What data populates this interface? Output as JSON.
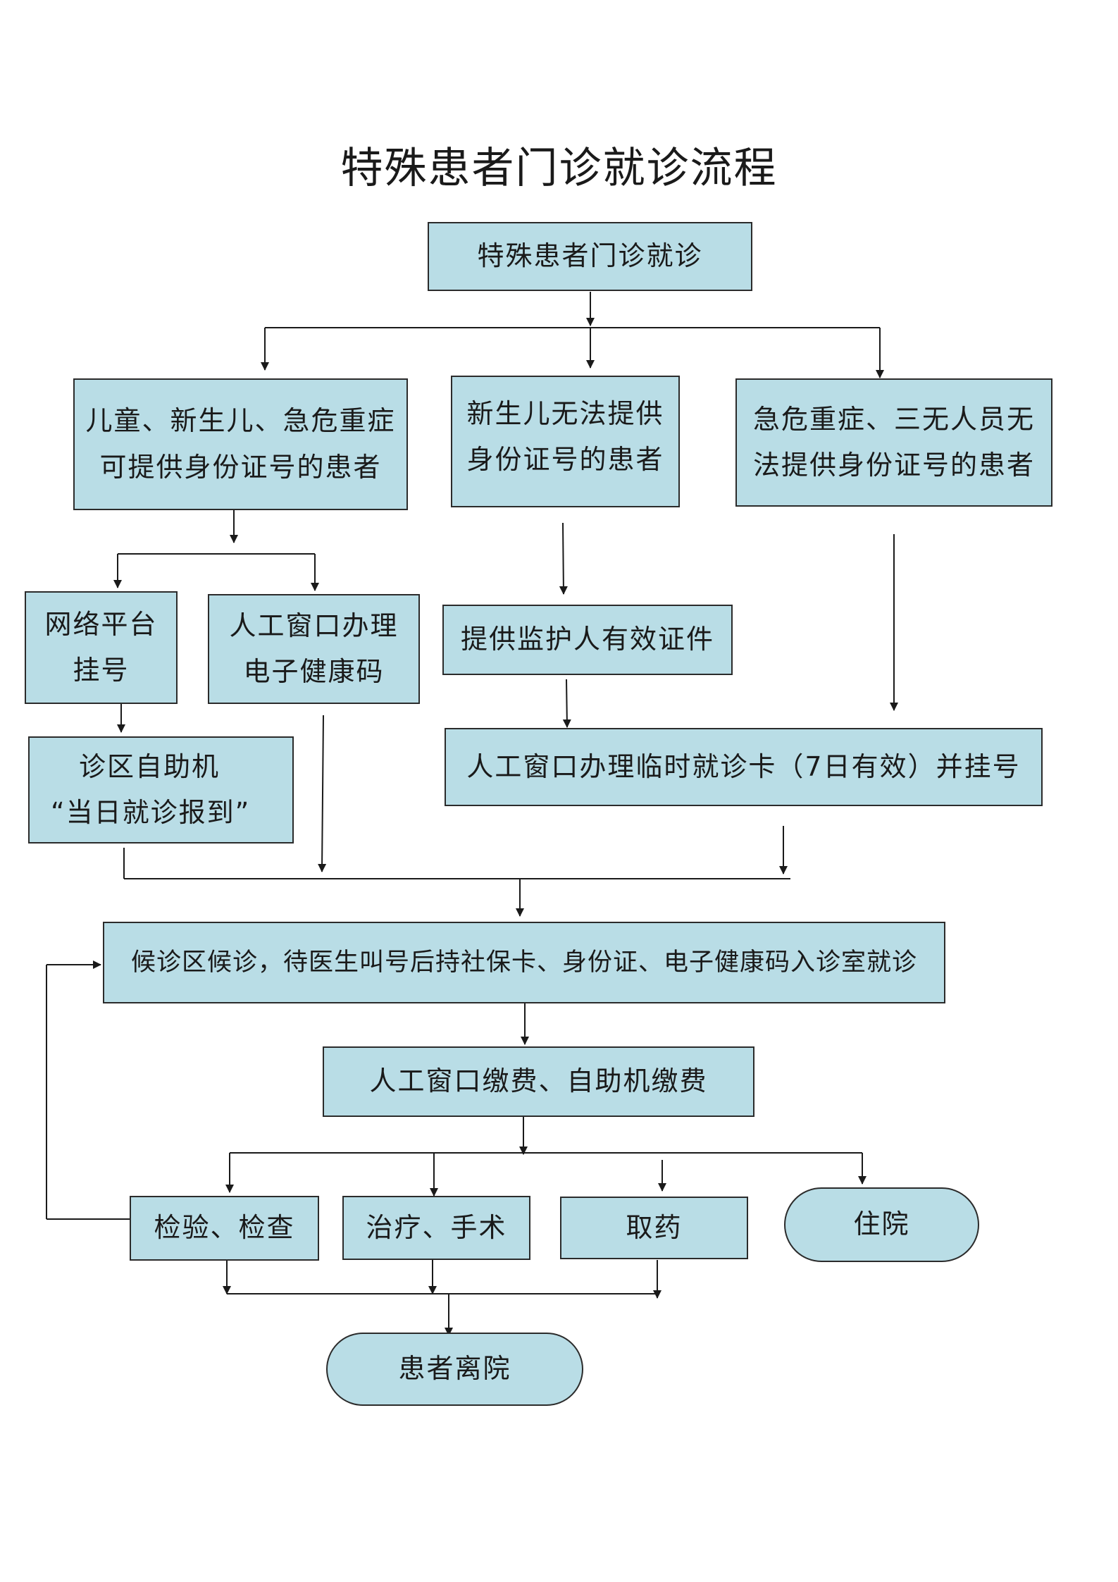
{
  "title": "特殊患者门诊就诊流程",
  "nodes": {
    "start": "特殊患者门诊就诊",
    "children_with_id": {
      "line1": "儿童、新生儿、急危重症",
      "line2": "可提供身份证号的患者"
    },
    "newborn_no_id": {
      "line1": "新生儿无法提供",
      "line2": "身份证号的患者"
    },
    "critical_no_id": {
      "line1": "急危重症、三无人员无",
      "line2": "法提供身份证号的患者"
    },
    "online_registration": {
      "line1": "网络平台",
      "line2": "挂号"
    },
    "manual_health_code": {
      "line1": "人工窗口办理",
      "line2": "电子健康码"
    },
    "self_service_checkin": {
      "line1": "诊区自助机",
      "line2": "“当日就诊报到”"
    },
    "guardian_id": "提供监护人有效证件",
    "temp_card": "人工窗口办理临时就诊卡（7日有效）并挂号",
    "waiting_area": "候诊区候诊，待医生叫号后持社保卡、身份证、电子健康码入诊室就诊",
    "payment": "人工窗口缴费、自助机缴费",
    "tests": "检验、检查",
    "treatment": "治疗、手术",
    "pharmacy": "取药",
    "inpatient": "住院",
    "discharge": "患者离院"
  },
  "colors": {
    "box_fill": "#b9dde6",
    "box_border": "#2b2b2b",
    "connector": "#1a1a1a"
  }
}
